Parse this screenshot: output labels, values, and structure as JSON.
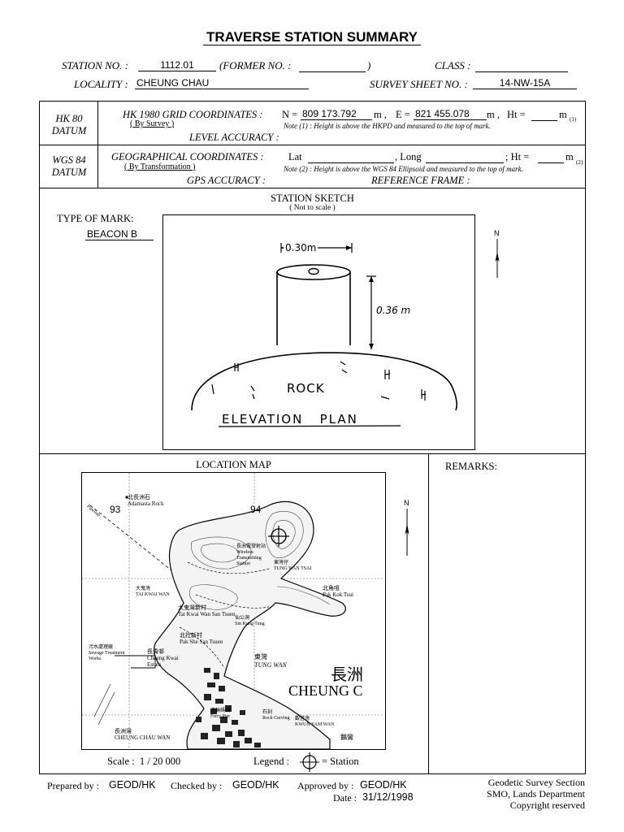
{
  "title": "TRAVERSE STATION SUMMARY",
  "header": {
    "station_no_label": "STATION NO. :",
    "station_no": "1112.01",
    "former_no_label": "(FORMER NO. :",
    "former_no_close": ")",
    "class_label": "CLASS :",
    "locality_label": "LOCALITY :",
    "locality": "CHEUNG CHAU",
    "survey_sheet_label": "SURVEY SHEET NO. :",
    "survey_sheet": "14-NW-15A"
  },
  "hk80": {
    "datum_line1": "HK 80",
    "datum_line2": "DATUM",
    "grid_label": "HK 1980 GRID COORDINATES :",
    "by_survey": "( By Survey )",
    "n_label": "N =",
    "n_value": "809 173.792",
    "n_unit": "m ,",
    "e_label": "E =",
    "e_value": "821 455.078",
    "e_unit": "m ,",
    "ht_label": "Ht =",
    "ht_unit": "m",
    "ht_sub": "(1)",
    "note": "Note (1) : Height is above the HKPD and measured to the top of mark.",
    "level_accuracy": "LEVEL ACCURACY :"
  },
  "wgs84": {
    "datum_line1": "WGS 84",
    "datum_line2": "DATUM",
    "geo_label": "GEOGRAPHICAL COORDINATES :",
    "by_transformation": "( By Transformation )",
    "lat_label": "Lat",
    "long_label": ", Long",
    "ht_label": "; Ht =",
    "ht_unit": "m",
    "ht_sub": "(2)",
    "note": "Note (2) : Height is above the WGS 84 Ellipsoid and measured to the top of mark.",
    "gps_accuracy": "GPS ACCURACY :",
    "reference_frame": "REFERENCE FRAME :"
  },
  "sketch": {
    "title": "STATION SKETCH",
    "subtitle": "( Not to scale )",
    "type_of_mark_label": "TYPE OF MARK:",
    "type_of_mark": "BEACON B",
    "north": "N",
    "dim_width": "0.30m",
    "dim_height": "0.36 m",
    "rock": "ROCK",
    "plan": "ELEVATION   PLAN"
  },
  "location_map": {
    "title": "LOCATION MAP",
    "north": "N",
    "grid_93": "93",
    "grid_94": "94",
    "places": {
      "adamasta_zh": "北長洲石",
      "adamasta": "Adamasta Rock",
      "wireless_zh": "長洲電發射站",
      "wireless": "Wireless Transmitting Station",
      "tung_wan_tsai_zh": "東灣仔",
      "tung_wan_tsai": "TUNG WAN TSAI",
      "tai_kwai_wan_zh": "大鬼灣",
      "tai_kwai_wan": "TAI KWAI WAN",
      "pak_kok_tsui_zh": "北角咀",
      "pak_kok_tsui": "Pak Kok Tsui",
      "tai_kwai_wan_san_tsuen_zh": "大鬼灣新村",
      "tai_kwai_wan_san_tsuen": "Tai Kwai Wan San Tsuen",
      "sin_kung_tung_zh": "仙公洞",
      "sin_kung_tung": "Sin Kung Tung",
      "pak_she_zh": "北社新村",
      "pak_she": "Pak She San Tsuen",
      "sewage_zh": "污水處理廠",
      "sewage": "Sewage Treatment Works",
      "cheung_kwai_zh": "長貴邨",
      "cheung_kwai": "Cheung Kwai Estate",
      "tung_wan_zh": "東灣",
      "tung_wan": "TUNG WAN",
      "cheung_chau_zh": "長洲",
      "cheung_chau": "CHEUNG C",
      "ferry_pier_zh": "渡輪碼頭",
      "ferry_pier": "Ferry Pier",
      "rock_carving_zh": "石刻",
      "rock_carving": "Rock Carving",
      "kwun_yam_wan_zh": "觀音灣",
      "kwun_yam_wan": "KWUN YAM WAN",
      "cheung_chau_wan_zh": "長洲灣",
      "cheung_chau_wan": "CHEUNG CHAU WAN",
      "ngo_lung_zh": "鵝鸞",
      "pipeline": "Pipeline"
    },
    "scale": "Scale :  1 / 20 000",
    "legend": "Legend :",
    "legend_station": "= Station"
  },
  "remarks": {
    "title": "REMARKS:"
  },
  "footer": {
    "prepared_label": "Prepared by :",
    "prepared": "GEOD/HK",
    "checked_label": "Checked by :",
    "checked": "GEOD/HK",
    "approved_label": "Approved by :",
    "approved": "GEOD/HK",
    "date_label": "Date :",
    "date": "31/12/1998",
    "org1": "Geodetic Survey Section",
    "org2": "SMO, Lands Department",
    "org3": "Copyright reserved"
  }
}
